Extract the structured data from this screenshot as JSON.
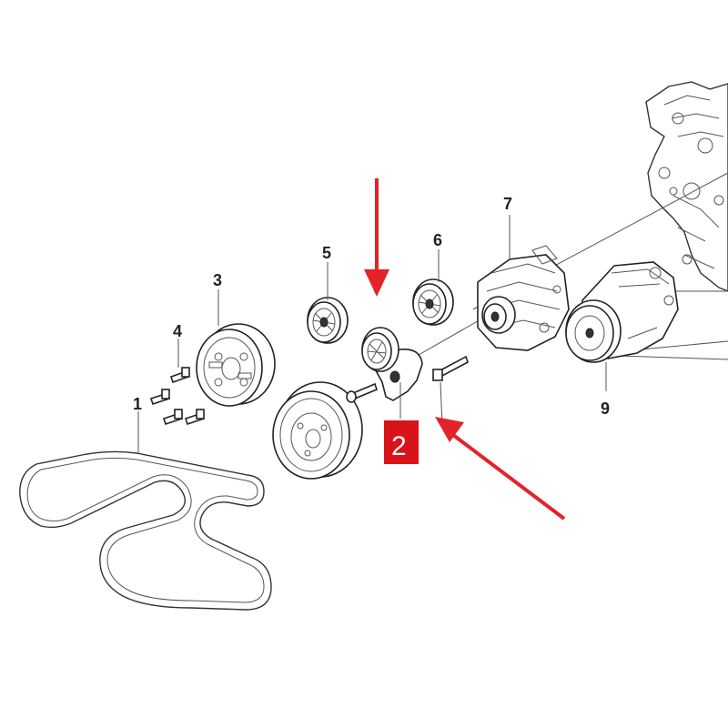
{
  "callouts": [
    {
      "id": "1",
      "text": "1"
    },
    {
      "id": "2",
      "text": "2"
    },
    {
      "id": "3",
      "text": "3"
    },
    {
      "id": "4",
      "text": "4"
    },
    {
      "id": "5",
      "text": "5"
    },
    {
      "id": "6",
      "text": "6"
    },
    {
      "id": "7",
      "text": "7"
    },
    {
      "id": "9",
      "text": "9"
    }
  ],
  "highlight": {
    "label": "2",
    "color": "#d8141a"
  },
  "arrow_color": "#e4222a"
}
